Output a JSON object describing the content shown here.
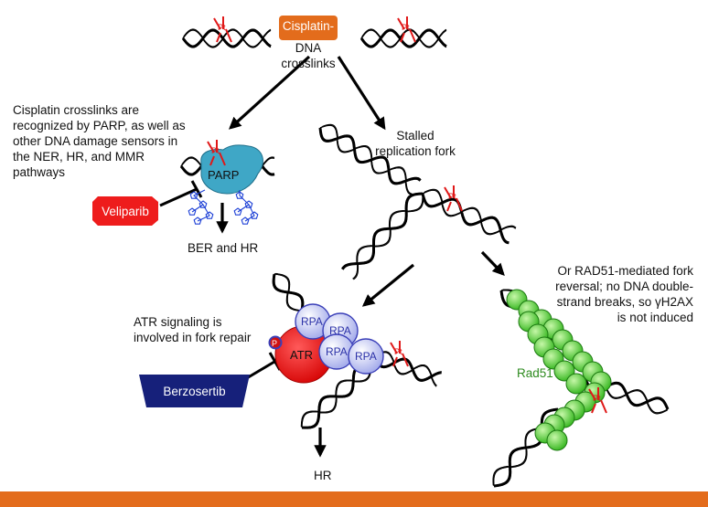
{
  "labels": {
    "cisplatin_line1": "Cisplatin-",
    "cisplatin_line2": "DNA",
    "cisplatin_line3": "crosslinks",
    "recognition_text": "Cisplatin crosslinks are recognized by PARP, as well as other DNA damage sensors in the NER, HR, and MMR pathways",
    "stalled_fork_text": "Stalled replication fork",
    "ber_hr": "BER and HR",
    "atr_signaling_text": "ATR signaling is involved in fork repair",
    "hr_bottom": "HR",
    "rad51_reversal_text": "Or RAD51-mediated fork reversal; no DNA double-strand breaks, so γH2AX is not induced",
    "rad51_label": "Rad51",
    "pt": "Pt",
    "parp": "PARP",
    "atr": "ATR",
    "rpa": "RPA",
    "p": "P"
  },
  "drugs": {
    "veliparib": "Veliparib",
    "berzosertib": "Berzosertib"
  },
  "colors": {
    "orange": "#e36c1c",
    "veliparib_red": "#ee1c1c",
    "parp_blue": "#3fa7c6",
    "pt_red": "#e01818",
    "atr_red": "#ee1111",
    "rpa_fill": "#c8cdf4",
    "rpa_stroke": "#3a3fb8",
    "berzosertib_blue": "#16207a",
    "rad51_green": "#3fbf2a",
    "rad51_text": "#2e8b1f",
    "adp_ribose_blue": "#1c3fd6"
  }
}
